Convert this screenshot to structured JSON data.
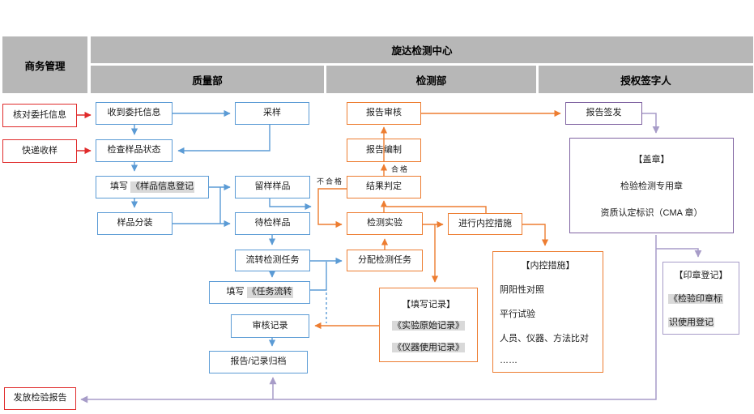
{
  "header": {
    "business": "商务管理",
    "center": "旋达检测中心",
    "departments": [
      {
        "label": "质量部"
      },
      {
        "label": "检测部"
      },
      {
        "label": "授权签字人"
      }
    ]
  },
  "nodes": {
    "verify_info": "核对委托信息",
    "courier": "快递收样",
    "issue_report": "发放检验报告",
    "receive_info": "收到委托信息",
    "sampling": "采样",
    "check_sample": "检查样品状态",
    "fill_sample_reg_prefix": "填写",
    "fill_sample_reg_highlight": "《样品信息登记",
    "sample_split": "样品分装",
    "retain_sample": "留样样品",
    "pending_sample": "待检样品",
    "transfer_task": "流转检测任务",
    "fill_task_transfer_prefix": "填写",
    "fill_task_transfer_highlight": "《任务流转",
    "review_record": "审核记录",
    "archive": "报告/记录归档",
    "report_review": "报告审核",
    "report_prepare": "报告编制",
    "result_judge": "结果判定",
    "test_experiment": "检测实验",
    "assign_task": "分配检测任务",
    "internal_control_action": "进行内控措施",
    "report_sign": "报告签发"
  },
  "panels": {
    "record": {
      "title": "【填写记录】",
      "items": [
        "《实验原始记录》",
        "《仪器使用记录》"
      ]
    },
    "internal": {
      "title": "【内控措施】",
      "items": [
        "阴阳性对照",
        "平行试验",
        "人员、仪器、方法比对",
        "……"
      ]
    },
    "stamp": {
      "title": "【盖章】",
      "lines": [
        "检验检测专用章",
        "资质认定标识（CMA 章）"
      ]
    },
    "seal": {
      "title": "【印章登记】",
      "highlight_lines": [
        "《检验印章标",
        "识使用登记"
      ]
    }
  },
  "edge_labels": {
    "fail": "不合格",
    "pass": "合格"
  },
  "colors": {
    "blue": "#5B9BD5",
    "orange": "#ED7D31",
    "red": "#E02B2B",
    "purple": "#8064A2",
    "purple_line": "#A79CC8",
    "header_bg": "#B7B7B7",
    "highlight": "#D9D9D9"
  }
}
